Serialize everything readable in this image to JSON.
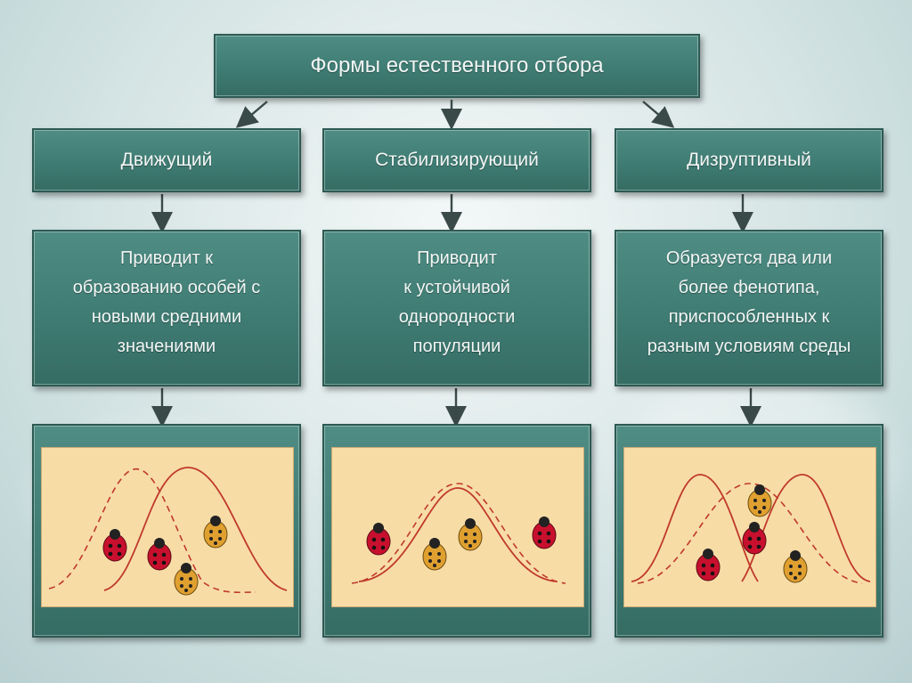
{
  "title": "Формы естественного отбора",
  "forms": [
    {
      "name": "Движущий",
      "description_lines": [
        "Приводит к",
        "образованию особей с",
        "новыми средними",
        "значениями"
      ]
    },
    {
      "name": "Стабилизирующий",
      "description_lines": [
        "Приводит",
        "к устойчивой",
        "однородности",
        "популяции"
      ]
    },
    {
      "name": "Дизруптивный",
      "description_lines": [
        "Образуется два или",
        "более фенотипа,",
        "приспособленных к",
        "разным условиям среды"
      ]
    }
  ],
  "colors": {
    "box": "#3f7c73",
    "plot_background": "#f7dca6",
    "curve": "#c0392b",
    "red_ladybug": "#c8102e",
    "yellow_ladybug": "#e0a030"
  }
}
